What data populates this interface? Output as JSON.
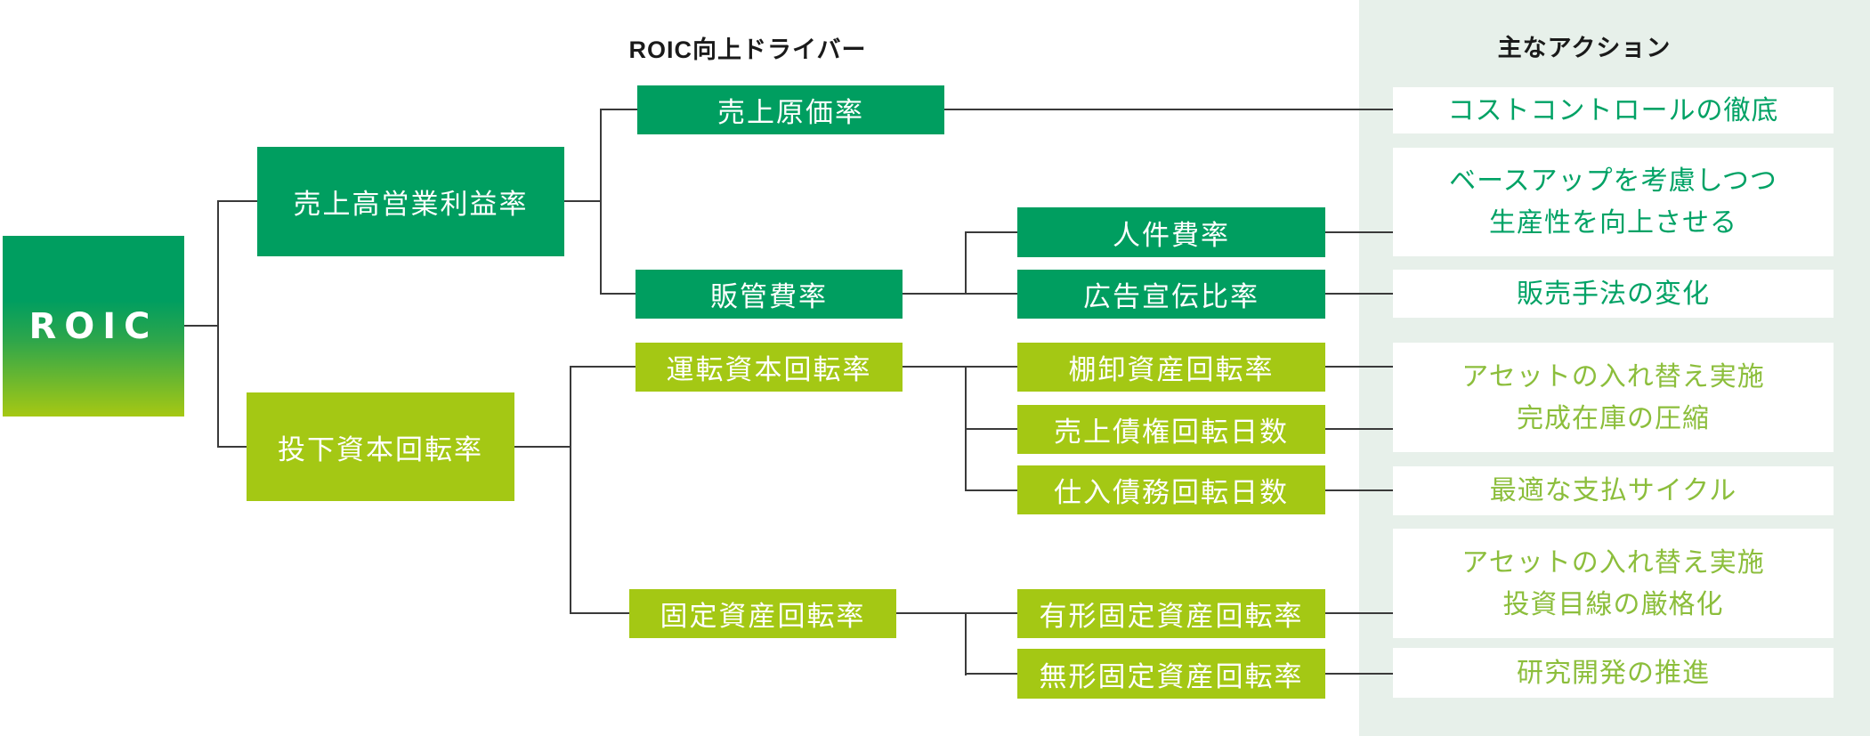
{
  "headers": {
    "drivers": "ROIC向上ドライバー",
    "actions": "主なアクション"
  },
  "tree": {
    "root": "ROIC",
    "operating_margin": "売上高営業利益率",
    "invested_capital_turnover": "投下資本回転率",
    "cogs_ratio": "売上原価率",
    "sga_ratio": "販管費率",
    "working_capital_turnover": "運転資本回転率",
    "fixed_asset_turnover": "固定資産回転率",
    "personnel_cost_ratio": "人件費率",
    "advertising_ratio": "広告宣伝比率",
    "inventory_turnover": "棚卸資産回転率",
    "receivables_days": "売上債権回転日数",
    "payables_days": "仕入債務回転日数",
    "tangible_fixed_asset_turnover": "有形固定資産回転率",
    "intangible_fixed_asset_turnover": "無形固定資産回転率"
  },
  "actions": {
    "cost_control": "コストコントロールの徹底",
    "productivity": {
      "line1": "ベースアップを考慮しつつ",
      "line2": "生産性を向上させる"
    },
    "sales_method": "販売手法の変化",
    "inventory_compression": {
      "line1": "アセットの入れ替え実施",
      "line2": "完成在庫の圧縮"
    },
    "payment_cycle": "最適な支払サイクル",
    "investment_discipline": {
      "line1": "アセットの入れ替え実施",
      "line2": "投資目線の厳格化"
    },
    "rnd": "研究開発の推進"
  },
  "colors": {
    "dark_green": "#009E60",
    "light_green": "#A4C814",
    "root_gradient_top": "#009E60",
    "root_gradient_bottom": "#A6C813",
    "panel_bg": "#E7F0EA",
    "action_text_dark": "#00A265",
    "action_text_light": "#8CBE3C",
    "connector_line": "#3A3A3A",
    "header_text": "#1A1A1A"
  }
}
